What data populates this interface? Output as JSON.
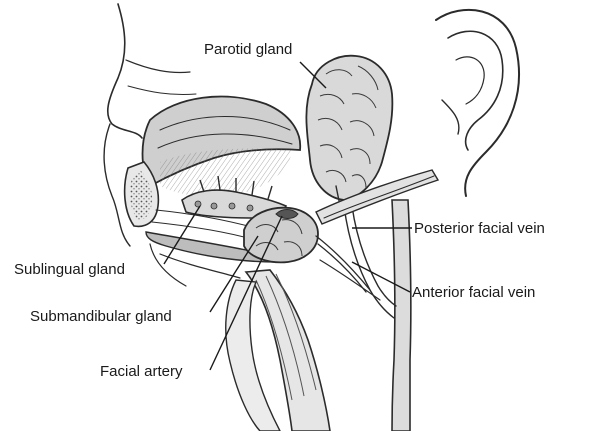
{
  "labels": {
    "parotid": "Parotid gland",
    "posterior_facial_vein": "Posterior facial vein",
    "anterior_facial_vein": "Anterior facial vein",
    "sublingual": "Sublingual gland",
    "submandibular": "Submandibular gland",
    "facial_artery": "Facial artery"
  },
  "colors": {
    "ink": "#2b2b2b",
    "gland_fill": "#d9d9d9",
    "shadow": "#9a9a9a",
    "tissue": "#c9c9c9",
    "background": "#ffffff"
  }
}
